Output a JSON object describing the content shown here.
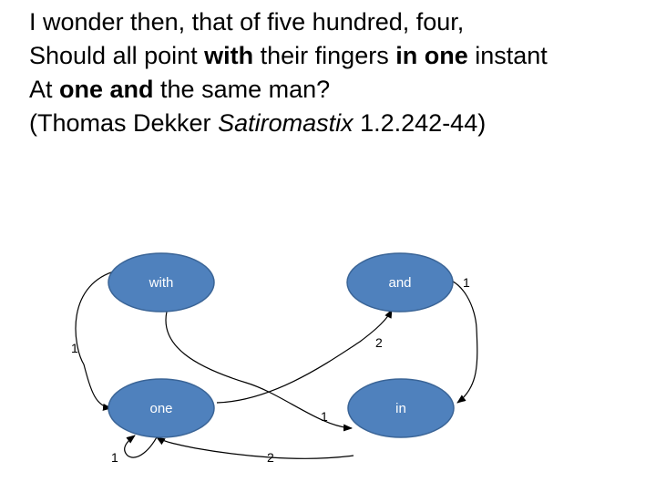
{
  "quote": {
    "line1": "I wonder then, that of five hundred, four,",
    "line2": [
      {
        "text": "Should all point ",
        "style": "normal"
      },
      {
        "text": "with",
        "style": "bold"
      },
      {
        "text": " their fingers ",
        "style": "normal"
      },
      {
        "text": "in one",
        "style": "bold"
      },
      {
        "text": " instant",
        "style": "normal"
      }
    ],
    "line3": [
      {
        "text": "At ",
        "style": "normal"
      },
      {
        "text": "one and",
        "style": "bold"
      },
      {
        "text": " the same man?",
        "style": "normal"
      }
    ],
    "line4": [
      {
        "text": "(Thomas Dekker ",
        "style": "normal"
      },
      {
        "text": "Satiromastix",
        "style": "italic"
      },
      {
        "text": " 1.2.242-44)",
        "style": "normal"
      }
    ]
  },
  "diagram": {
    "node_color": "#4f81bd",
    "node_stroke": "#3a6496",
    "nodes": {
      "with": "with",
      "and": "and",
      "one": "one",
      "in": "in"
    },
    "edges": {
      "with_to_one": "1",
      "and_to_in": "1",
      "one_self_loop": "1",
      "in_to_and": "2",
      "with_to_in": "1",
      "one_to_and": "2"
    }
  }
}
